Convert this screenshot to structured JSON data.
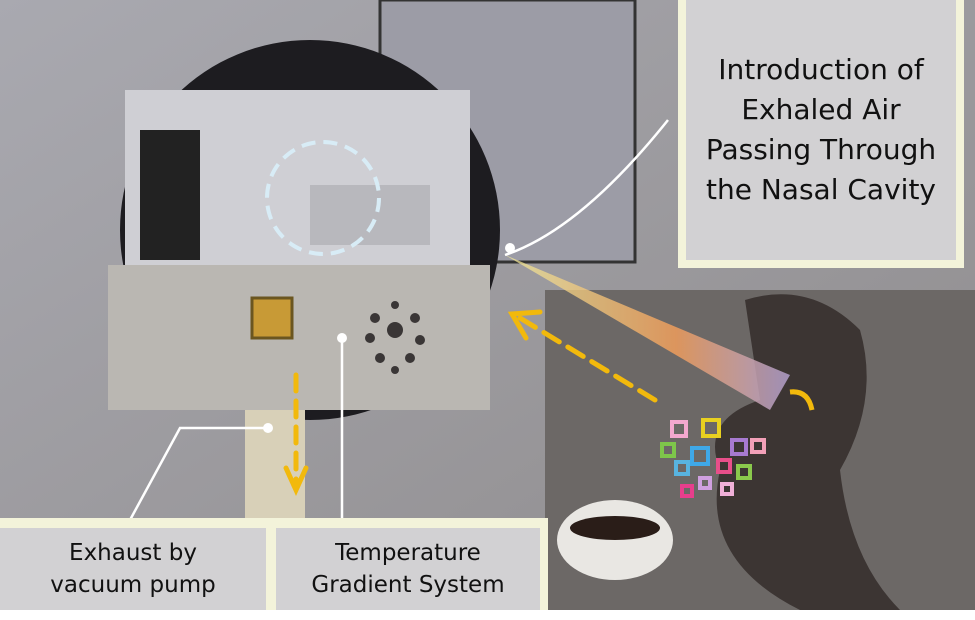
{
  "labels": {
    "intro": [
      "Introduction of",
      "Exhaled Air",
      "Passing Through",
      "the Nasal Cavity"
    ],
    "exhaust": [
      "Exhaust by",
      "vacuum pump"
    ],
    "temperature": [
      "Temperature",
      "Gradient System"
    ]
  },
  "colors": {
    "arrow": "#f2b90c",
    "label_bg": "#d2d1d3",
    "label_border": "#f3f3da"
  }
}
